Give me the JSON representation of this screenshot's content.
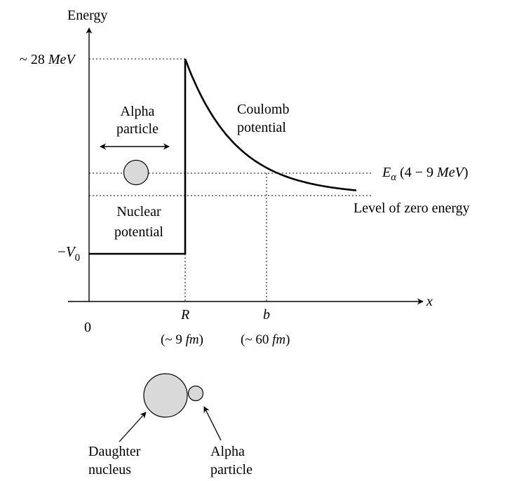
{
  "axes": {
    "y_label": "Energy",
    "x_label": "x",
    "origin_label": "0"
  },
  "y_ticks": {
    "top_prefix": "~ 28 ",
    "top_unit": "MeV",
    "v0_sign": "−",
    "v0_symbol": "V",
    "v0_subscript": "0"
  },
  "x_ticks": {
    "r_symbol": "R",
    "r_value_prefix": "(~ 9 ",
    "r_value_unit": "fm",
    "r_value_suffix": ")",
    "b_symbol": "b",
    "b_value_prefix": "(~ 60 ",
    "b_value_unit": "fm",
    "b_value_suffix": ")"
  },
  "labels": {
    "alpha_line1": "Alpha",
    "alpha_line2": "particle",
    "coulomb_line1": "Coulomb",
    "coulomb_line2": "potential",
    "nuclear_line1": "Nuclear",
    "nuclear_line2": "potential",
    "e_alpha_symbol": "E",
    "e_alpha_subscript": "α",
    "e_alpha_range_prefix": " (4 − 9 ",
    "e_alpha_range_unit": "MeV",
    "e_alpha_range_suffix": ")",
    "zero_level": "Level of zero energy"
  },
  "bottom": {
    "daughter_line1": "Daughter",
    "daughter_line2": "nucleus",
    "alpha_line1": "Alpha",
    "alpha_line2": "particle"
  },
  "colors": {
    "circle_fill": "#d9d9d9",
    "line": "#000000"
  },
  "icons": {
    "arrow": "arrow-icon",
    "circle": "circle-icon"
  }
}
